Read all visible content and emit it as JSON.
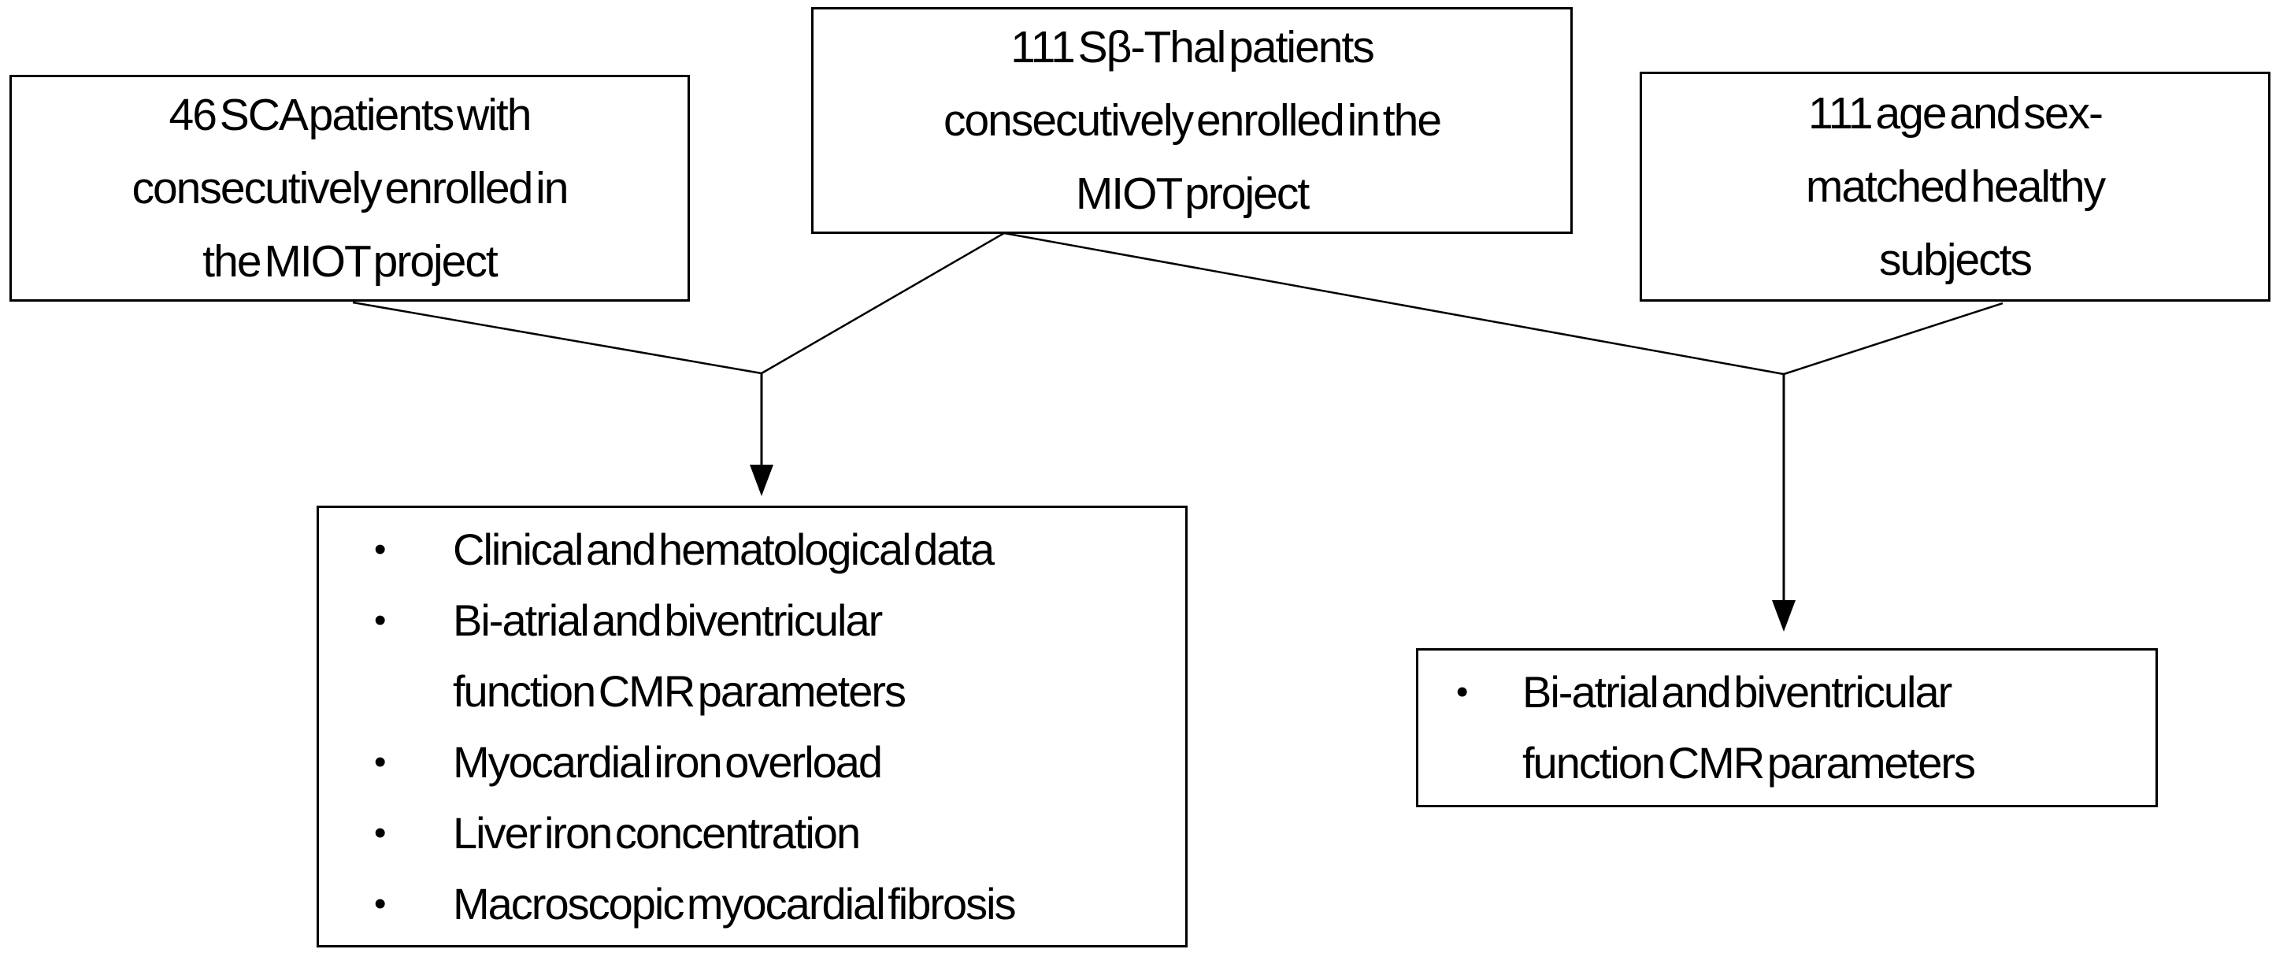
{
  "bullet_char": "•",
  "boxes": {
    "sca_patients": {
      "lines": [
        "46 SCA patients with",
        "consecutively enrolled in",
        "the MIOT project"
      ]
    },
    "sbthal_patients": {
      "lines": [
        "111 Sβ-Thal patients",
        "consecutively enrolled in the",
        "MIOT project"
      ]
    },
    "healthy_subjects": {
      "lines": [
        "111 age and sex-",
        "matched healthy",
        "subjects"
      ]
    },
    "patient_assessments": {
      "items": [
        "Clinical and hematological data",
        "Bi-atrial and biventricular\nfunction CMR parameters",
        "Myocardial iron overload",
        "Liver iron concentration",
        "Macroscopic myocardial fibrosis"
      ]
    },
    "healthy_assessments": {
      "items": [
        "Bi-atrial and biventricular\nfunction CMR parameters"
      ]
    }
  }
}
